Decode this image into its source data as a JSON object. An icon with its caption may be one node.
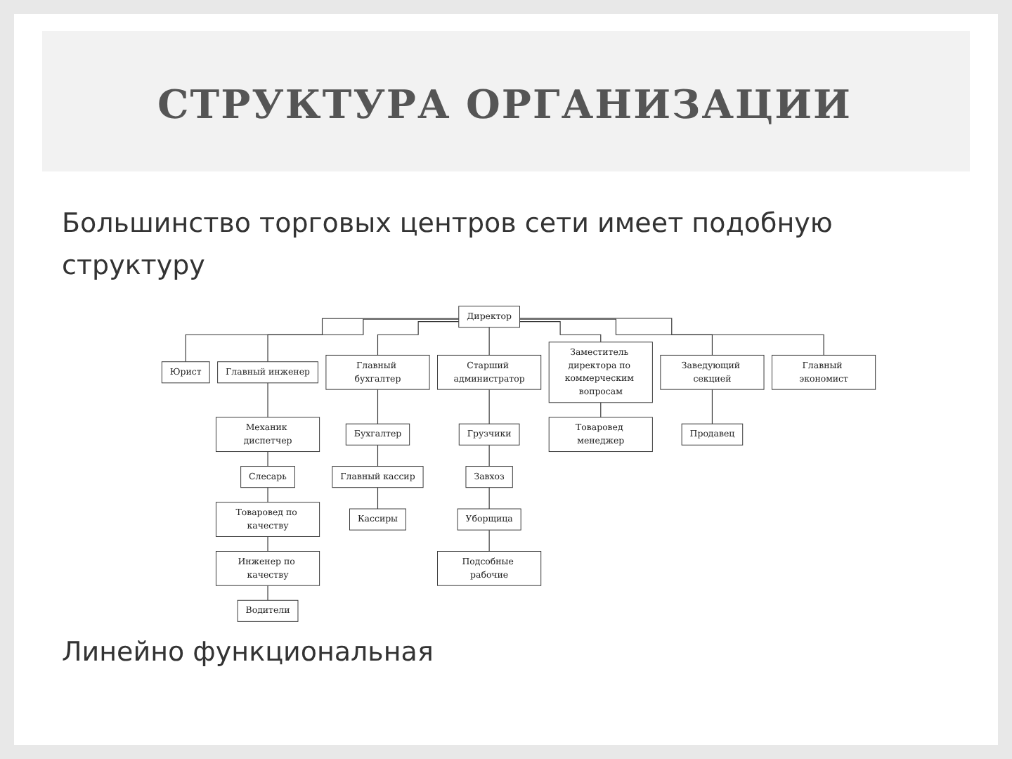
{
  "diagram": {
    "title": "СТРУКТУРА ОРГАНИЗАЦИИ",
    "nodes": [
      {
        "text": [
          "Директор"
        ]
      },
      {
        "text": [
          "Юрист"
        ]
      },
      {
        "text": [
          "Главный инженер"
        ]
      },
      {
        "text": [
          "Главный бухгалтер"
        ]
      },
      {
        "text": [
          "Старший администратор"
        ]
      },
      {
        "text": [
          "Заместитель директора по коммерческим вопросам"
        ]
      },
      {
        "text": [
          "Заведующий секцией"
        ]
      },
      {
        "text": [
          "Главный экономист"
        ]
      },
      {
        "text": [
          "Механик диспетчер"
        ]
      },
      {
        "text": [
          "Бухгалтер"
        ]
      },
      {
        "text": [
          "Грузчики"
        ]
      },
      {
        "text": [
          "Товаровед менеджер"
        ]
      },
      {
        "text": [
          "Продавец"
        ]
      },
      {
        "text": [
          "Слесарь"
        ]
      },
      {
        "text": [
          "Главный кассир"
        ]
      },
      {
        "text": [
          "Завхоз"
        ]
      },
      {
        "text": [
          "Товаровед по качеству"
        ]
      },
      {
        "text": [
          "Кассиры"
        ]
      },
      {
        "text": [
          "Уборщица"
        ]
      },
      {
        "text": [
          "Инженер по качеству"
        ]
      },
      {
        "text": [
          "Подсобные рабочие"
        ]
      },
      {
        "text": [
          "Водители"
        ]
      }
    ],
    "edges": [
      {
        "from": 0,
        "to": 1,
        "arrow": "none"
      },
      {
        "from": 0,
        "to": 2,
        "arrow": "none"
      },
      {
        "from": 0,
        "to": 3,
        "arrow": "none"
      },
      {
        "from": 0,
        "to": 4,
        "arrow": "none"
      },
      {
        "from": 0,
        "to": 5,
        "arrow": "none"
      },
      {
        "from": 0,
        "to": 6,
        "arrow": "none"
      },
      {
        "from": 0,
        "to": 7,
        "arrow": "none"
      },
      {
        "from": 2,
        "to": 8,
        "arrow": "none"
      },
      {
        "from": 3,
        "to": 9,
        "arrow": "none"
      },
      {
        "from": 4,
        "to": 10,
        "arrow": "none"
      },
      {
        "from": 5,
        "to": 11,
        "arrow": "none"
      },
      {
        "from": 6,
        "to": 12,
        "arrow": "none"
      },
      {
        "from": 8,
        "to": 13,
        "arrow": "none"
      },
      {
        "from": 9,
        "to": 14,
        "arrow": "none"
      },
      {
        "from": 10,
        "to": 15,
        "arrow": "none"
      },
      {
        "from": 13,
        "to": 16,
        "arrow": "none"
      },
      {
        "from": 14,
        "to": 17,
        "arrow": "none"
      },
      {
        "from": 15,
        "to": 18,
        "arrow": "none"
      },
      {
        "from": 16,
        "to": 19,
        "arrow": "none"
      },
      {
        "from": 18,
        "to": 20,
        "arrow": "none"
      },
      {
        "from": 19,
        "to": 21,
        "arrow": "none"
      }
    ],
    "labels": [
      "Большинство торговых центров сети имеет подобную структуру",
      "Линейно функциональная"
    ]
  }
}
